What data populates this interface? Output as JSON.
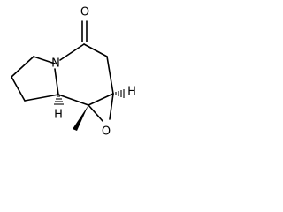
{
  "molecule": {
    "atoms": {
      "ring_oxygen": "O",
      "ketone_oxygen": "O",
      "nitrogen": "N",
      "stereo_h_right": "H",
      "stereo_h_left": "H"
    },
    "bond_color": "#000000",
    "background": "#ffffff"
  }
}
